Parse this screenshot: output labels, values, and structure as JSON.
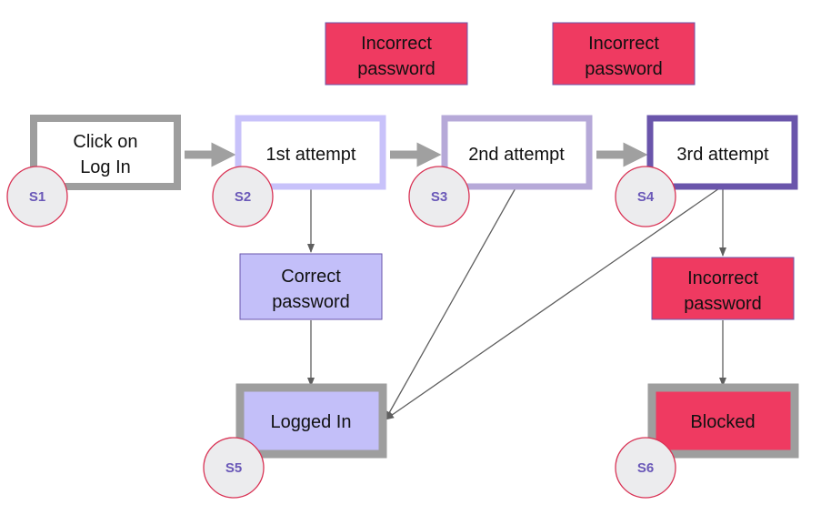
{
  "colors": {
    "pink": "#ef3a61",
    "lavender": "#c3bff9",
    "gray_border": "#9e9e9e",
    "light_purple_border": "#c8c2fa",
    "mid_purple_border": "#b6a9d8",
    "dark_purple_border": "#6a55ab",
    "state_circle_fill": "#ececee",
    "state_circle_stroke": "#d93355",
    "state_label": "#6a58b8",
    "arrow_thick": "#a0a0a0",
    "arrow_thin": "#5f5f5f"
  },
  "diagram": {
    "boxes": {
      "click_login": [
        "Click on",
        "Log In"
      ],
      "attempt1": [
        "1st attempt"
      ],
      "attempt2": [
        "2nd attempt"
      ],
      "attempt3": [
        "3rd attempt"
      ],
      "incorrect_top_1": [
        "Incorrect",
        "password"
      ],
      "incorrect_top_2": [
        "Incorrect",
        "password"
      ],
      "correct": [
        "Correct",
        "password"
      ],
      "incorrect_bottom": [
        "Incorrect",
        "password"
      ],
      "logged_in": [
        "Logged In"
      ],
      "blocked": [
        "Blocked"
      ]
    },
    "states": {
      "s1": "S1",
      "s2": "S2",
      "s3": "S3",
      "s4": "S4",
      "s5": "S5",
      "s6": "S6"
    }
  }
}
